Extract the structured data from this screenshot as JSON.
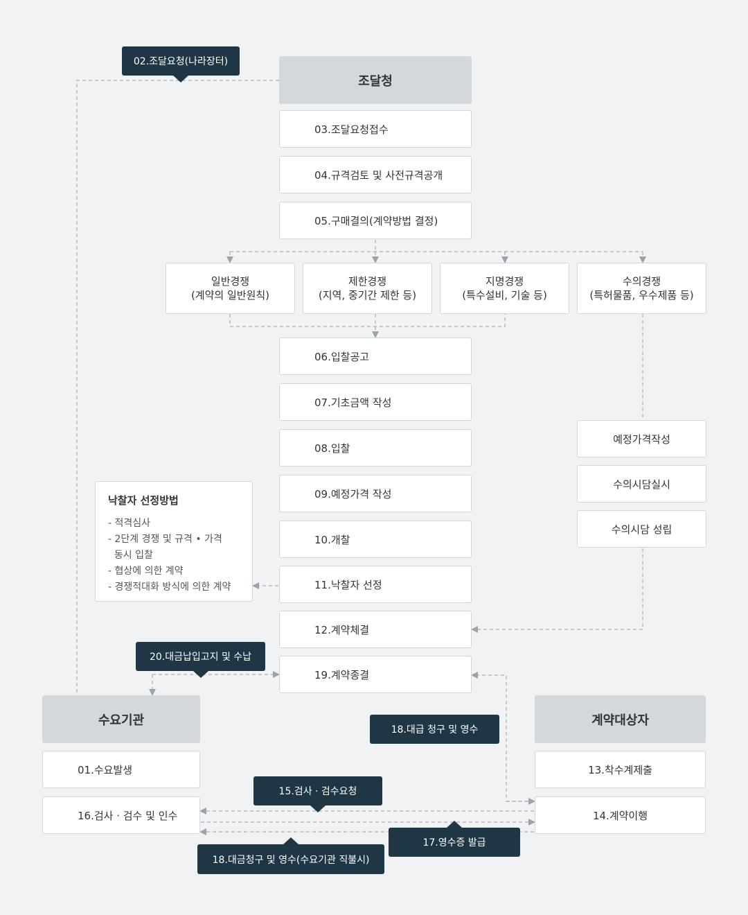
{
  "agency": {
    "pps": "조달청",
    "demand": "수요기관",
    "contractor": "계약대상자"
  },
  "steps": {
    "s01": "01.수요발생",
    "s03": "03.조달요청접수",
    "s04": "04.규격검토 및 사전규격공개",
    "s05": "05.구매결의(계약방법 결정)",
    "s06": "06.입찰공고",
    "s07": "07.기초금액 작성",
    "s08": "08.입찰",
    "s09": "09.예정가격 작성",
    "s10": "10.개찰",
    "s11": "11.낙찰자 선정",
    "s12": "12.계약체결",
    "s13": "13.착수계제출",
    "s14": "14.계약이행",
    "s16": "16.검사 · 검수 및 인수",
    "s19": "19.계약종결"
  },
  "methods": [
    {
      "name": "일반경쟁",
      "desc": "(계약의 일반원칙)"
    },
    {
      "name": "제한경쟁",
      "desc": "(지역, 중기간 제한 등)"
    },
    {
      "name": "지명경쟁",
      "desc": "(특수설비, 기술 등)"
    },
    {
      "name": "수의경쟁",
      "desc": "(특허물품, 우수제품 등)"
    }
  ],
  "private_contract": {
    "p1": "예정가격작성",
    "p2": "수의시담실시",
    "p3": "수의시담 성립"
  },
  "tags": {
    "t02": "02.조달요청(나라장터)",
    "t20": "20.대금납입고지 및 수납",
    "t18a": "18.대급 청구 및 영수",
    "t15": "15.검사 · 검수요청",
    "t17": "17.영수증 발급",
    "t18b": "18.대금청구 및 영수(수요기관 직불시)"
  },
  "winner_method": {
    "title": "낙찰자 선정방법",
    "items": [
      "- 적격심사",
      "- 2단계 경쟁 및 규격 • 가격",
      "  동시 입찰",
      "- 협상에 의한 계약",
      "- 경쟁적대화 방식에 의한 계약"
    ]
  }
}
